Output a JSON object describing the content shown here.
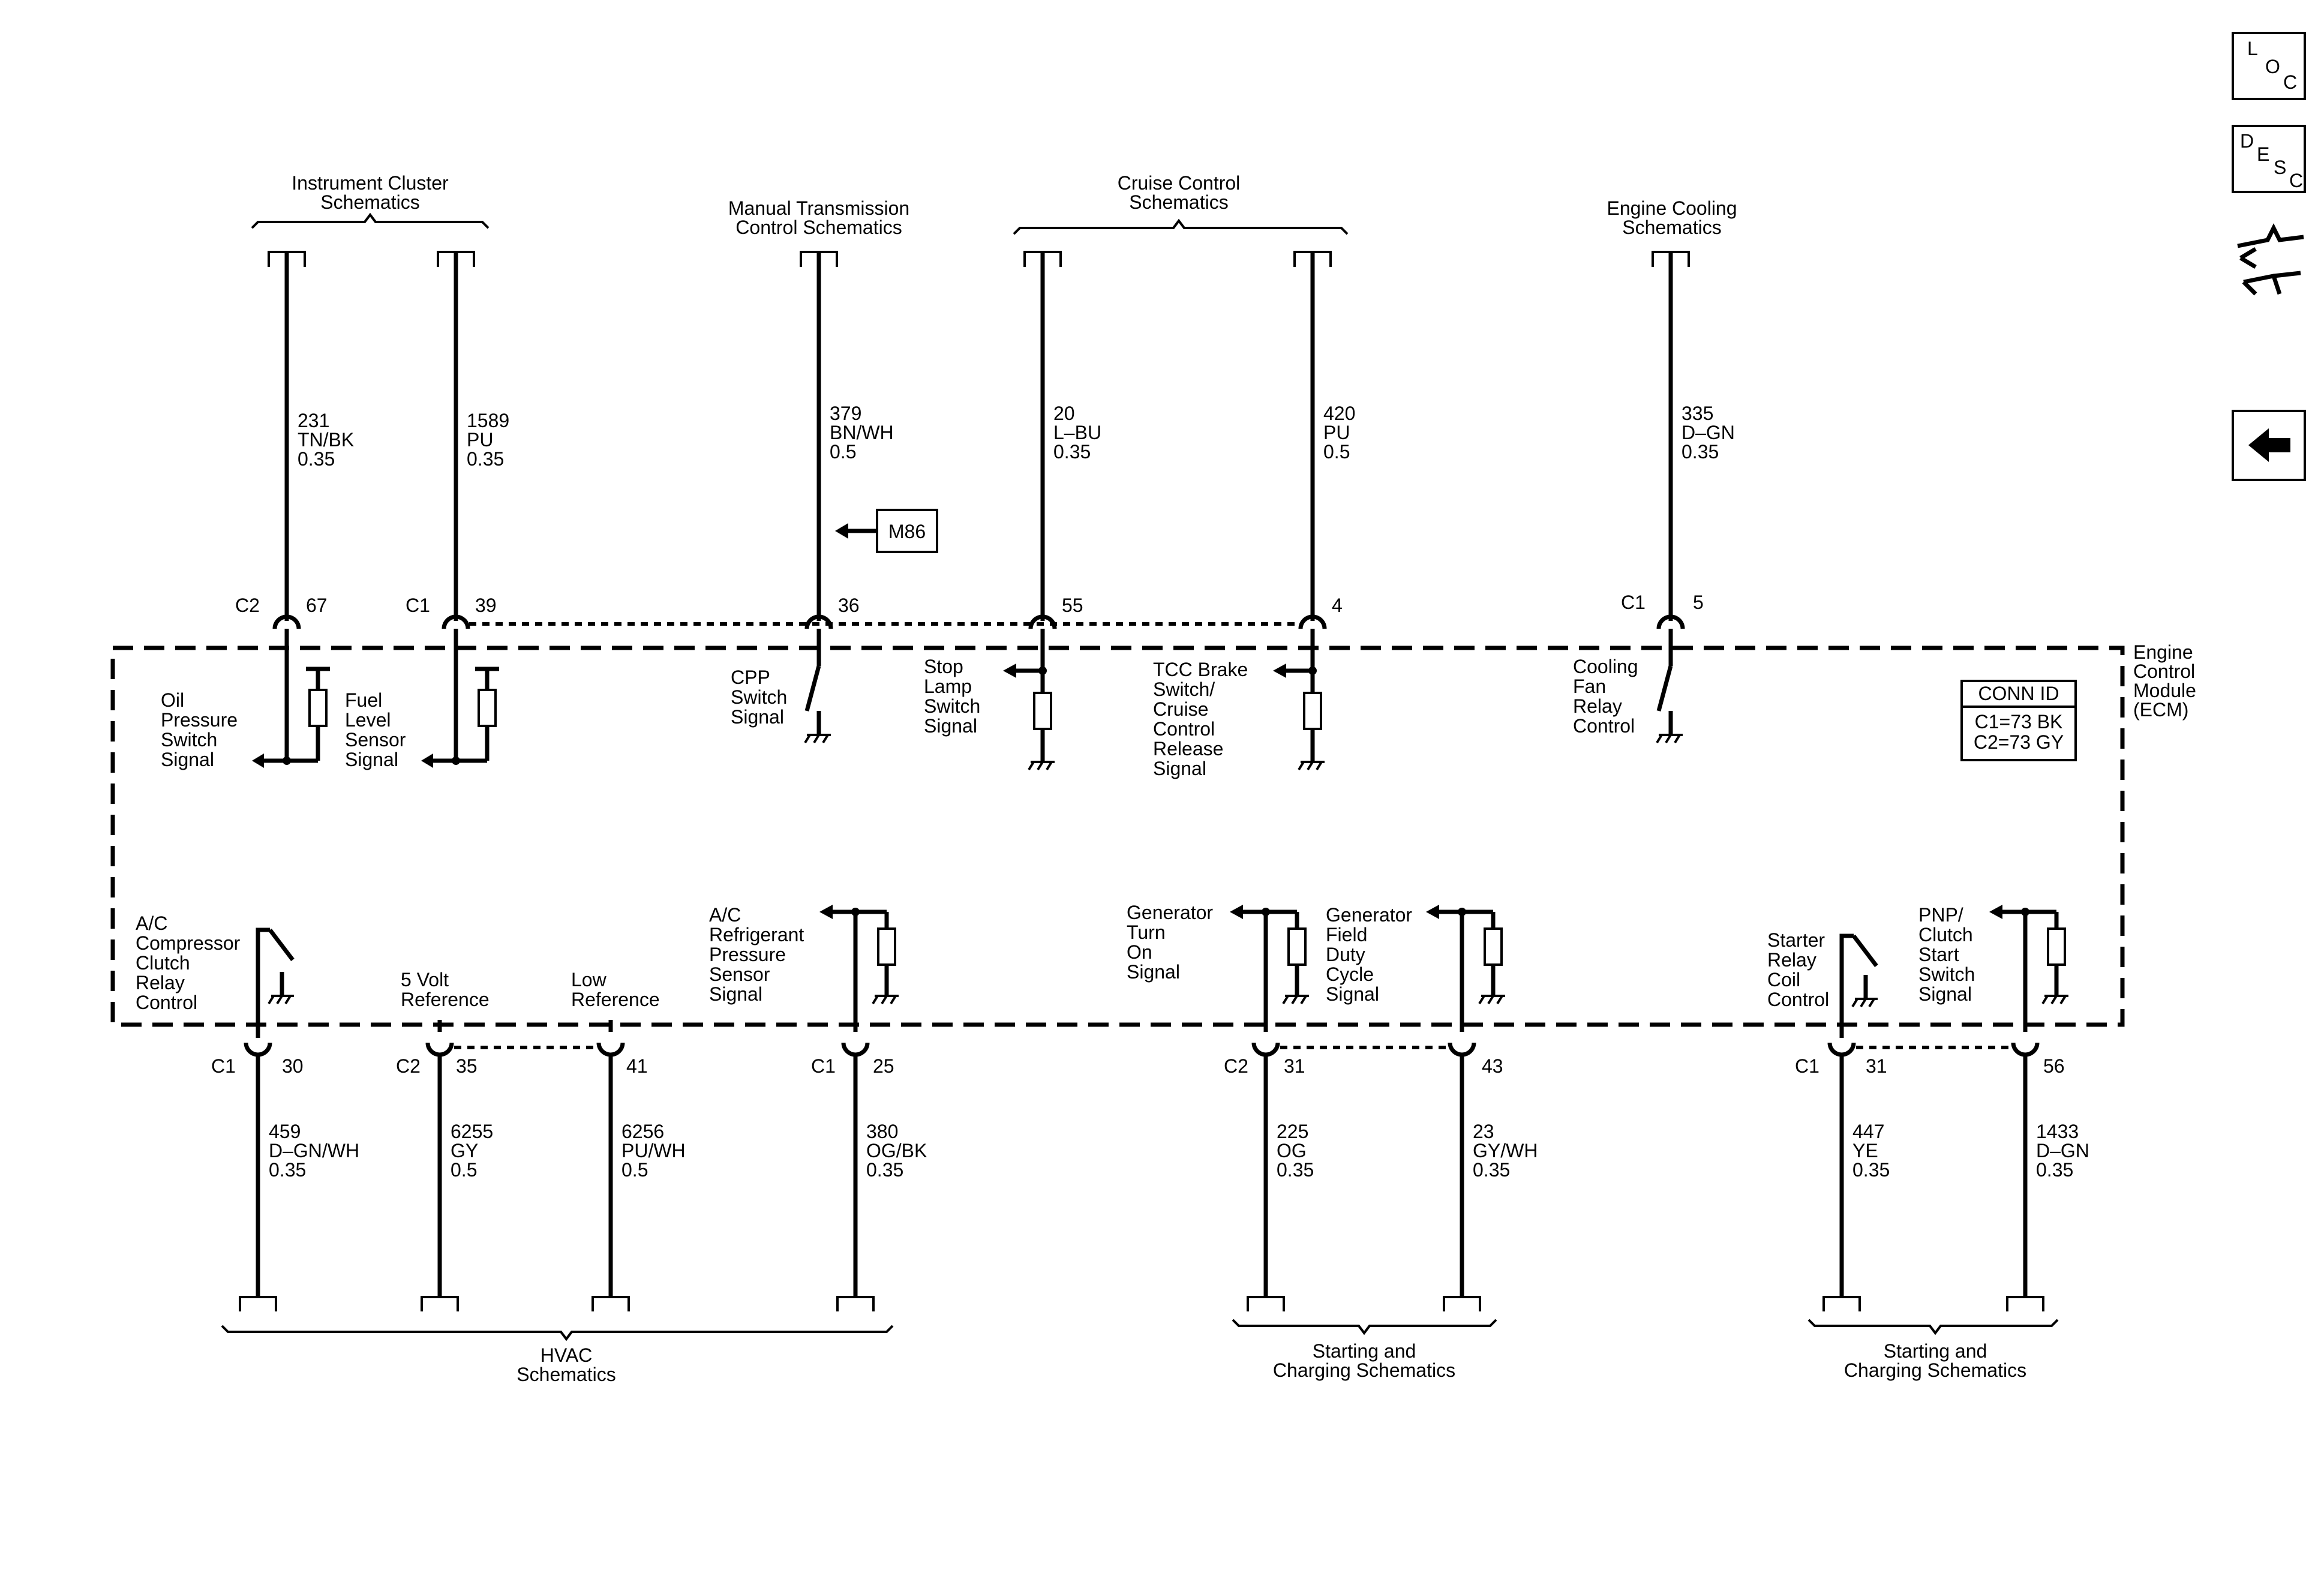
{
  "colors": {
    "ink": "#000000",
    "background": "#ffffff"
  },
  "nav": {
    "loc_letters": [
      "L",
      "O",
      "C"
    ],
    "desc_letters": [
      "D",
      "E",
      "S",
      "C"
    ],
    "icons": [
      "loc-button",
      "desc-button",
      "connector-tool-icon",
      "back-arrow-icon"
    ]
  },
  "module": {
    "label_lines": [
      "Engine",
      "Control",
      "Module",
      "(ECM)"
    ],
    "conn_id": {
      "title": "CONN ID",
      "lines": [
        "C1=73 BK",
        "C2=73 GY"
      ]
    }
  },
  "top_groups": [
    {
      "lines": [
        "Instrument Cluster",
        "Schematics"
      ]
    },
    {
      "lines": [
        "Manual Transmission",
        "Control Schematics"
      ]
    },
    {
      "lines": [
        "Cruise Control",
        "Schematics"
      ]
    },
    {
      "lines": [
        "Engine Cooling",
        "Schematics"
      ]
    }
  ],
  "top_circuits": [
    {
      "circuit": "231",
      "color": "TN/BK",
      "size": "0.35",
      "connector": "C2",
      "pin": "67",
      "signal": [
        "Oil",
        "Pressure",
        "Switch",
        "Signal"
      ]
    },
    {
      "circuit": "1589",
      "color": "PU",
      "size": "0.35",
      "connector": "C1",
      "pin": "39",
      "signal": [
        "Fuel",
        "Level",
        "Sensor",
        "Signal"
      ]
    },
    {
      "circuit": "379",
      "color": "BN/WH",
      "size": "0.5",
      "connector": "",
      "pin": "36",
      "signal": [
        "CPP",
        "Switch",
        "Signal"
      ]
    },
    {
      "circuit": "20",
      "color": "L–BU",
      "size": "0.35",
      "connector": "",
      "pin": "55",
      "signal": [
        "Stop",
        "Lamp",
        "Switch",
        "Signal"
      ]
    },
    {
      "circuit": "420",
      "color": "PU",
      "size": "0.5",
      "connector": "",
      "pin": "4",
      "signal": [
        "TCC Brake",
        "Switch/",
        "Cruise",
        "Control",
        "Release",
        "Signal"
      ]
    },
    {
      "circuit": "335",
      "color": "D–GN",
      "size": "0.35",
      "connector": "C1",
      "pin": "5",
      "signal": [
        "Cooling",
        "Fan",
        "Relay",
        "Control"
      ]
    }
  ],
  "m86_label": "M86",
  "bottom_circuits": [
    {
      "circuit": "459",
      "color": "D–GN/WH",
      "size": "0.35",
      "connector": "C1",
      "pin": "30",
      "signal": [
        "A/C",
        "Compressor",
        "Clutch",
        "Relay",
        "Control"
      ]
    },
    {
      "circuit": "6255",
      "color": "GY",
      "size": "0.5",
      "connector": "C2",
      "pin": "35",
      "signal": [
        "5 Volt",
        "Reference"
      ]
    },
    {
      "circuit": "6256",
      "color": "PU/WH",
      "size": "0.5",
      "connector": "",
      "pin": "41",
      "signal": [
        "Low",
        "Reference"
      ]
    },
    {
      "circuit": "380",
      "color": "OG/BK",
      "size": "0.35",
      "connector": "C1",
      "pin": "25",
      "signal": [
        "A/C",
        "Refrigerant",
        "Pressure",
        "Sensor",
        "Signal"
      ]
    },
    {
      "circuit": "225",
      "color": "OG",
      "size": "0.35",
      "connector": "C2",
      "pin": "31",
      "signal": [
        "Generator",
        "Turn",
        "On",
        "Signal"
      ]
    },
    {
      "circuit": "23",
      "color": "GY/WH",
      "size": "0.35",
      "connector": "",
      "pin": "43",
      "signal": [
        "Generator",
        "Field",
        "Duty",
        "Cycle",
        "Signal"
      ]
    },
    {
      "circuit": "447",
      "color": "YE",
      "size": "0.35",
      "connector": "C1",
      "pin": "31",
      "signal": [
        "Starter",
        "Relay",
        "Coil",
        "Control"
      ]
    },
    {
      "circuit": "1433",
      "color": "D–GN",
      "size": "0.35",
      "connector": "",
      "pin": "56",
      "signal": [
        "PNP/",
        "Clutch",
        "Start",
        "Switch",
        "Signal"
      ]
    }
  ],
  "bottom_groups": [
    {
      "lines": [
        "HVAC",
        "Schematics"
      ]
    },
    {
      "lines": [
        "Starting and",
        "Charging Schematics"
      ]
    },
    {
      "lines": [
        "Starting and",
        "Charging Schematics"
      ]
    }
  ]
}
